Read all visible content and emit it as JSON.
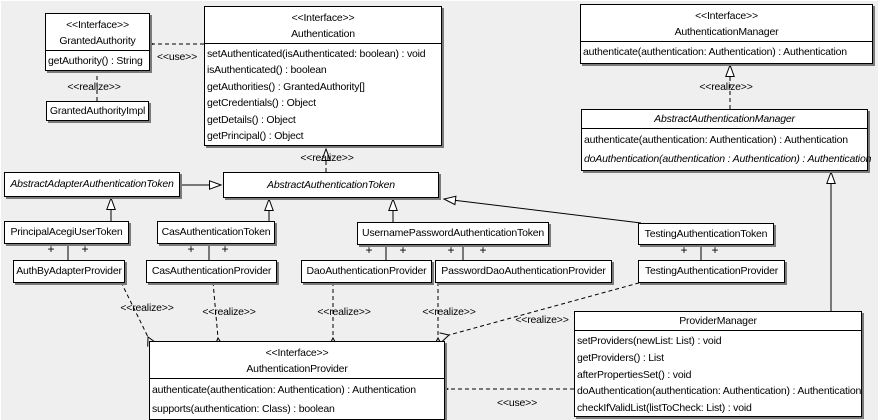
{
  "labels": {
    "realize": "<<realize>>",
    "use": "<<use>>",
    "plus": "+"
  },
  "colors": {
    "background": "#efefef",
    "box_fill": "#ffffff",
    "box_border": "#000000",
    "shadow": "#7a7a7a"
  },
  "boxes": {
    "granted_authority": {
      "stereotype": "<<Interface>>",
      "name": "GrantedAuthority",
      "methods": [
        "getAuthority() : String"
      ]
    },
    "granted_authority_impl": {
      "name": "GrantedAuthorityImpl"
    },
    "authentication": {
      "stereotype": "<<Interface>>",
      "name": "Authentication",
      "methods": [
        "setAuthenticated(isAuthenticated: boolean) : void",
        "isAuthenticated() : boolean",
        "getAuthorities() : GrantedAuthority[]",
        "getCredentials() : Object",
        "getDetails() : Object",
        "getPrincipal() : Object"
      ]
    },
    "authentication_manager": {
      "stereotype": "<<Interface>>",
      "name": "AuthenticationManager",
      "methods": [
        "authenticate(authentication: Authentication) : Authentication"
      ]
    },
    "abstract_authentication_manager": {
      "name": "AbstractAuthenticationManager",
      "methods": [
        "authenticate(authentication: Authentication) : Authentication",
        "doAuthentication(authentication : Authentication) : Authentication"
      ]
    },
    "abstract_adapter_authentication_token": {
      "name": "AbstractAdapterAuthenticationToken"
    },
    "abstract_authentication_token": {
      "name": "AbstractAuthenticationToken"
    },
    "principal_acegi_user_token": {
      "name": "PrincipalAcegiUserToken"
    },
    "cas_authentication_token": {
      "name": "CasAuthenticationToken"
    },
    "username_password_authentication_token": {
      "name": "UsernamePasswordAuthenticationToken"
    },
    "testing_authentication_token": {
      "name": "TestingAuthenticationToken"
    },
    "auth_by_adapter_provider": {
      "name": "AuthByAdapterProvider"
    },
    "cas_authentication_provider": {
      "name": "CasAuthenticationProvider"
    },
    "dao_authentication_provider": {
      "name": "DaoAuthenticationProvider"
    },
    "password_dao_authentication_provider": {
      "name": "PasswordDaoAuthenticationProvider"
    },
    "testing_authentication_provider": {
      "name": "TestingAuthenticationProvider"
    },
    "authentication_provider": {
      "stereotype": "<<Interface>>",
      "name": "AuthenticationProvider",
      "methods": [
        "authenticate(authentication: Authentication) : Authentication",
        "supports(authentication: Class) : boolean"
      ]
    },
    "provider_manager": {
      "name": "ProviderManager",
      "methods": [
        "setProviders(newList: List) : void",
        "getProviders() : List",
        "afterPropertiesSet() : void",
        "doAuthentication(authentication: Authentication) : Authentication",
        "checkIfValidList(listToCheck: List) : void"
      ]
    }
  }
}
